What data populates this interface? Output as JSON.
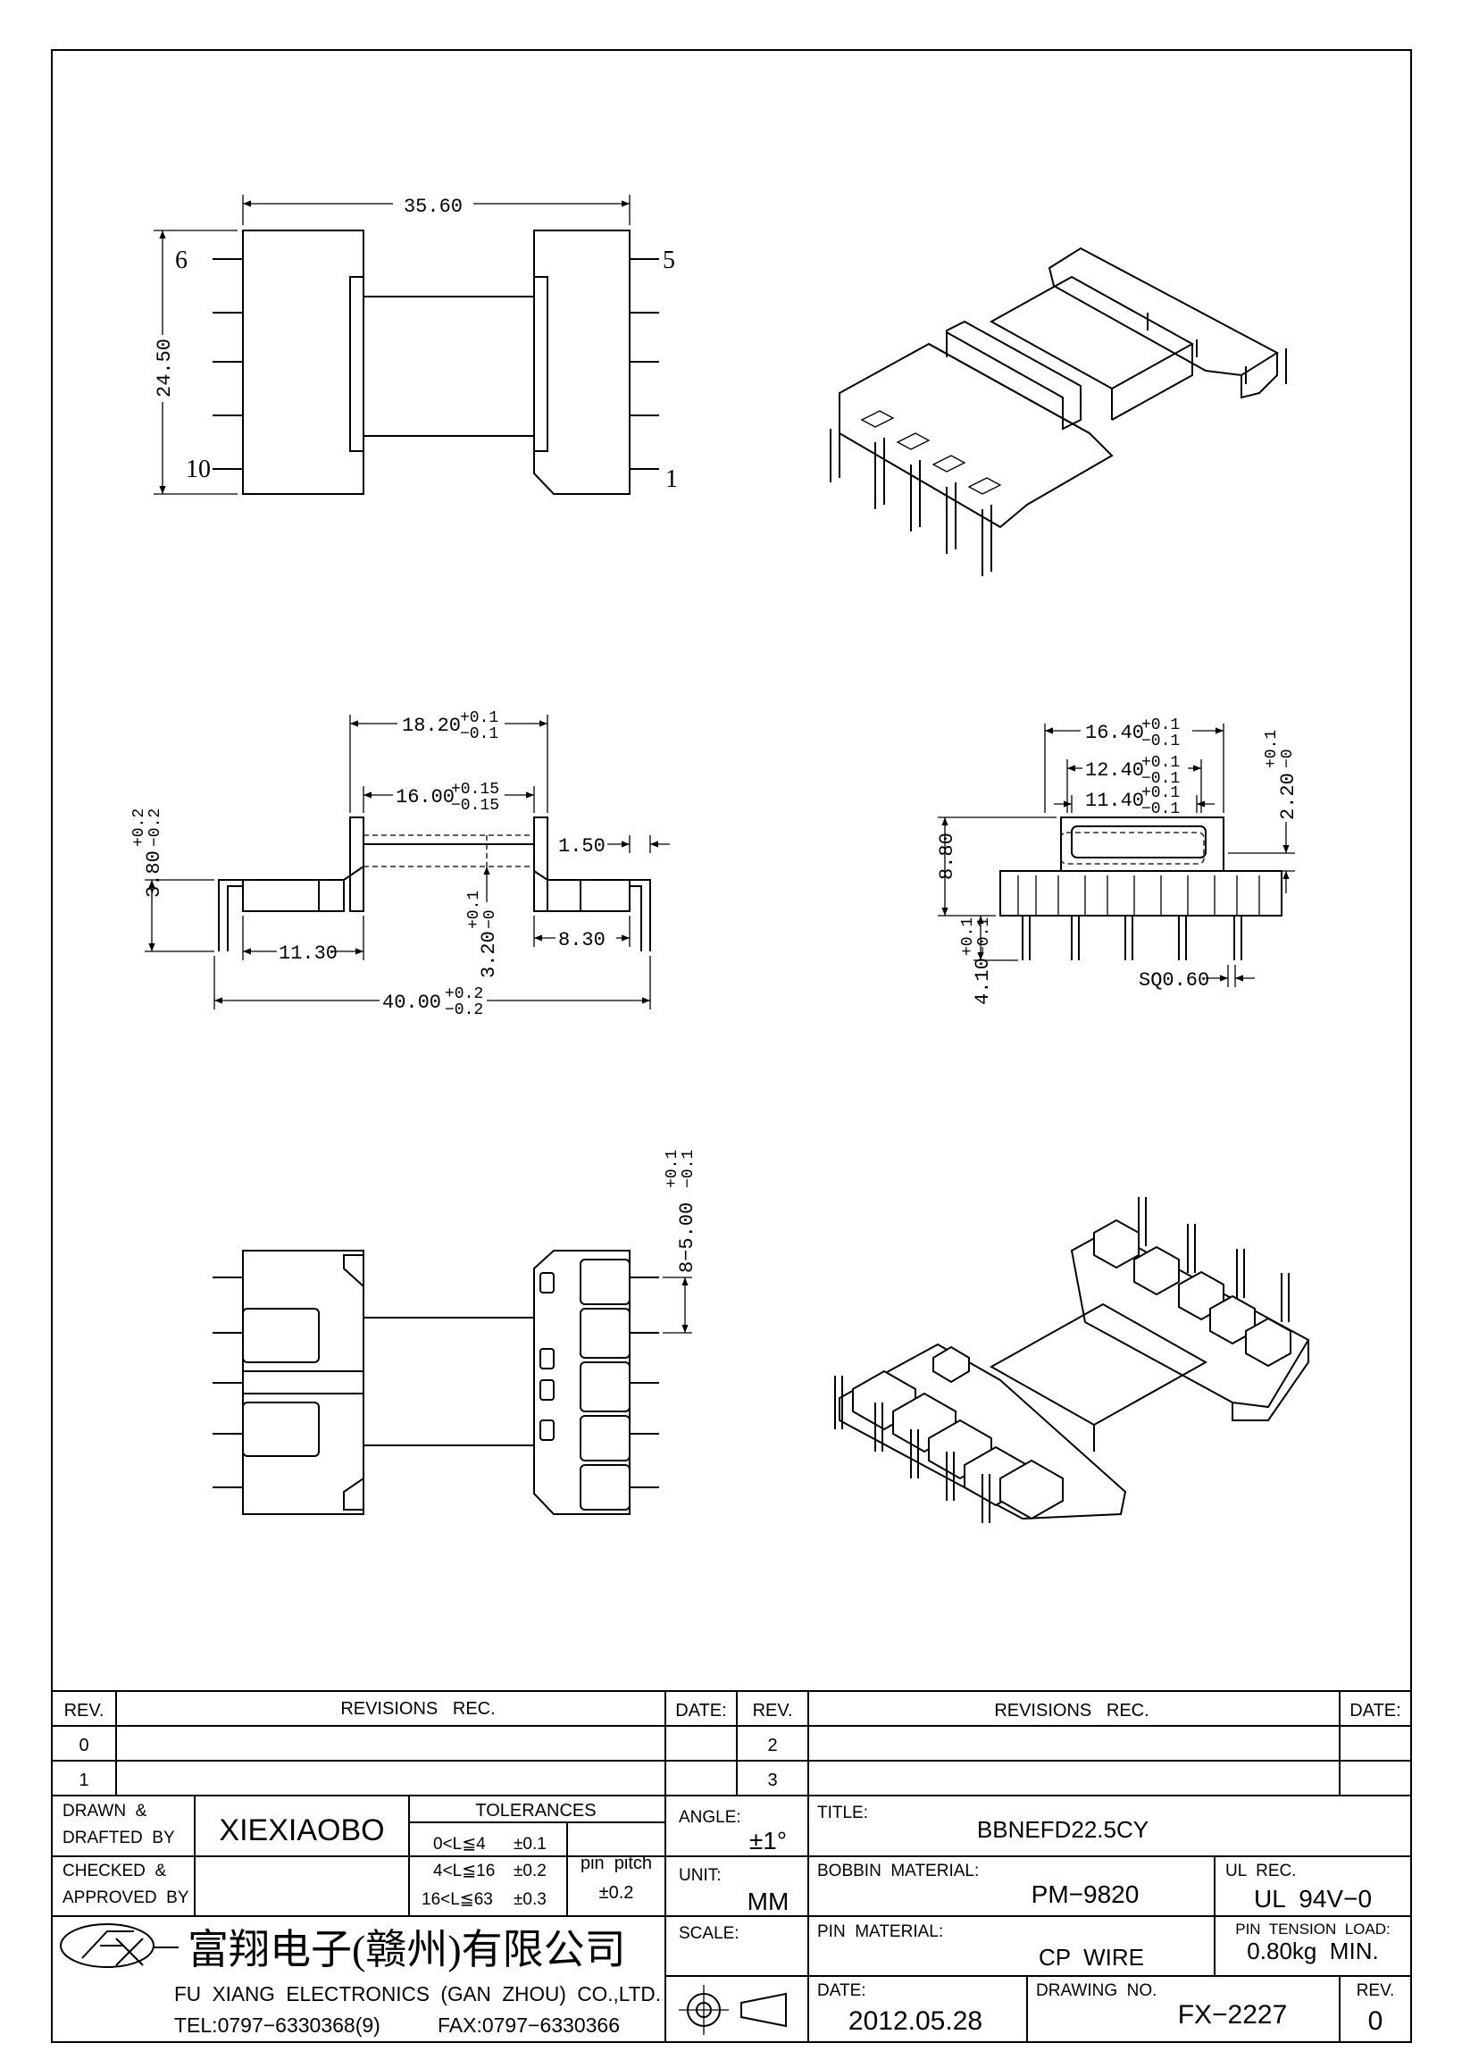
{
  "views": {
    "top": {
      "dim_width": "35.60",
      "dim_height": "24.50",
      "pin_6": "6",
      "pin_5": "5",
      "pin_10": "10",
      "pin_1": "1"
    },
    "front": {
      "dim_18": "18.20",
      "tol_18_up": "+0.1",
      "tol_18_dn": "−0.1",
      "dim_16": "16.00",
      "tol_16_up": "+0.15",
      "tol_16_dn": "−0.15",
      "dim_150": "1.50",
      "dim_380": "3.80",
      "tol_380_up": "+0.2",
      "tol_380_dn": "−0.2",
      "dim_320": "3.20",
      "tol_320_up": "+0.1",
      "tol_320_dn": "−0",
      "dim_1130": "11.30",
      "dim_830": "8.30",
      "dim_40": "40.00",
      "tol_40_up": "+0.2",
      "tol_40_dn": "−0.2"
    },
    "side": {
      "dim_1640": "16.40",
      "tol_1640_up": "+0.1",
      "tol_1640_dn": "−0.1",
      "dim_1240": "12.40",
      "tol_1240_up": "+0.1",
      "tol_1240_dn": "−0.1",
      "dim_1140": "11.40",
      "tol_1140_up": "+0.1",
      "tol_1140_dn": "−0.1",
      "dim_220": "2.20",
      "tol_220_up": "+0.1",
      "tol_220_dn": "−0",
      "dim_880": "8.80",
      "dim_410": "4.10",
      "tol_410_up": "+0.1",
      "tol_410_dn": "−0.1",
      "dim_sq": "SQ0.60"
    },
    "bottom": {
      "dim_pitch": "8−5.00",
      "tol_pitch_up": "+0.1",
      "tol_pitch_dn": "−0.1"
    }
  },
  "revisions": {
    "rev_header": "REV.",
    "rec_header": "REVISIONS   REC.",
    "date_header": "DATE:",
    "left_revs": [
      "0",
      "1"
    ],
    "right_revs": [
      "2",
      "3"
    ]
  },
  "title_block": {
    "drawn_label_1": "DRAWN  &",
    "drawn_label_2": "DRAFTED  BY",
    "drawn_by": "XIEXIAOBO",
    "checked_label_1": "CHECKED  &",
    "checked_label_2": "APPROVED  BY",
    "tolerances_label": "TOLERANCES",
    "tolerances": [
      {
        "range": "0<L≦4",
        "value": "±0.1"
      },
      {
        "range": "4<L≦16",
        "value": "±0.2"
      },
      {
        "range": "16<L≦63",
        "value": "±0.3"
      }
    ],
    "pin_pitch_label": "pin  pitch",
    "pin_pitch_value": "±0.2",
    "angle_label": "ANGLE:",
    "angle_value": "±1°",
    "unit_label": "UNIT:",
    "unit_value": "MM",
    "scale_label": "SCALE:",
    "title_label": "TITLE:",
    "title_value": "BBNEFD22.5CY",
    "bobbin_label": "BOBBIN  MATERIAL:",
    "bobbin_value": "PM−9820",
    "ul_label": "UL  REC.",
    "ul_value": "UL  94V−0",
    "pin_label": "PIN  MATERIAL:",
    "pin_value": "CP  WIRE",
    "tension_label": "PIN  TENSION  LOAD:",
    "tension_value": "0.80kg  MIN.",
    "date_label": "DATE:",
    "date_value": "2012.05.28",
    "drawing_label": "DRAWING  NO.",
    "drawing_value": "FX−2227",
    "rev_label": "REV.",
    "rev_value": "0",
    "company_cn": "富翔电子(赣州)有限公司",
    "company_en": "FU  XIANG  ELECTRONICS  (GAN  ZHOU)  CO.,LTD.",
    "tel": "TEL:0797−6330368(9)",
    "fax": "FAX:0797−6330366"
  }
}
